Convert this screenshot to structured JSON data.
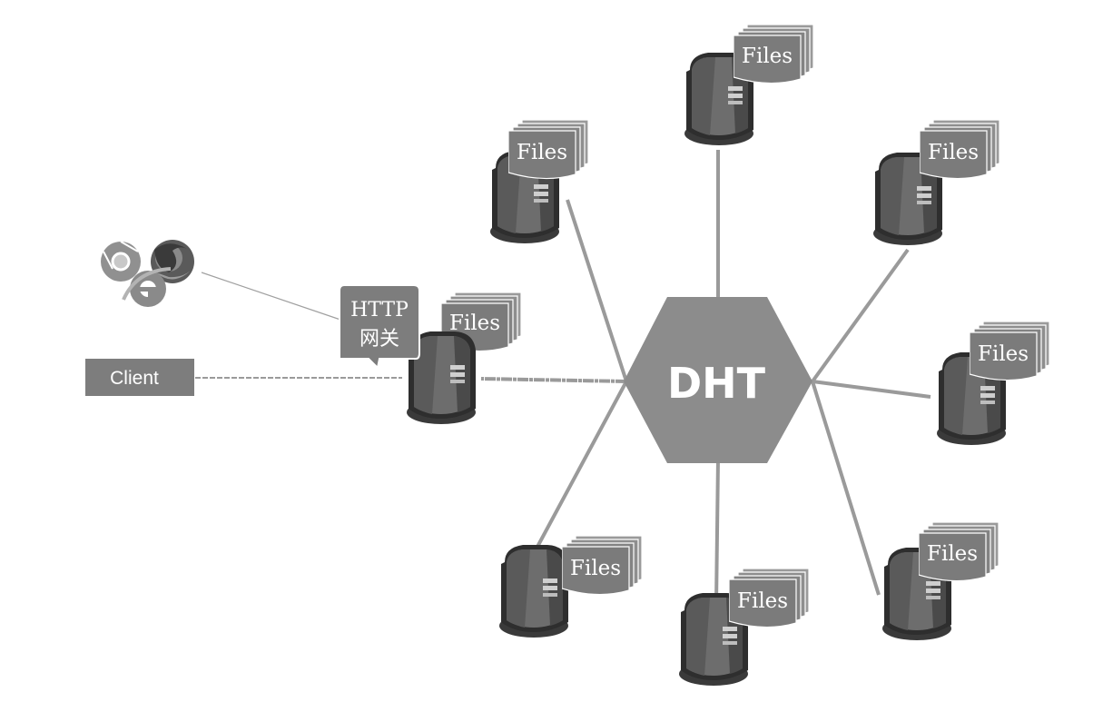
{
  "hub": {
    "label": "DHT"
  },
  "gateway": {
    "line1": "HTTP",
    "line2": "网关"
  },
  "client": {
    "label": "Client"
  },
  "gateway_node": {
    "files_label": "Files"
  },
  "nodes": [
    {
      "files_label": "Files"
    },
    {
      "files_label": "Files"
    },
    {
      "files_label": "Files"
    },
    {
      "files_label": "Files"
    },
    {
      "files_label": "Files"
    },
    {
      "files_label": "Files"
    },
    {
      "files_label": "Files"
    }
  ],
  "browser_icons": [
    "chrome-icon",
    "firefox-icon",
    "internet-explorer-icon"
  ],
  "colors": {
    "hub": "#8c8c8c",
    "box": "#7d7d7d",
    "line": "#9a9a9a",
    "server_dark": "#333333",
    "server_body": "#6e6e6e"
  }
}
